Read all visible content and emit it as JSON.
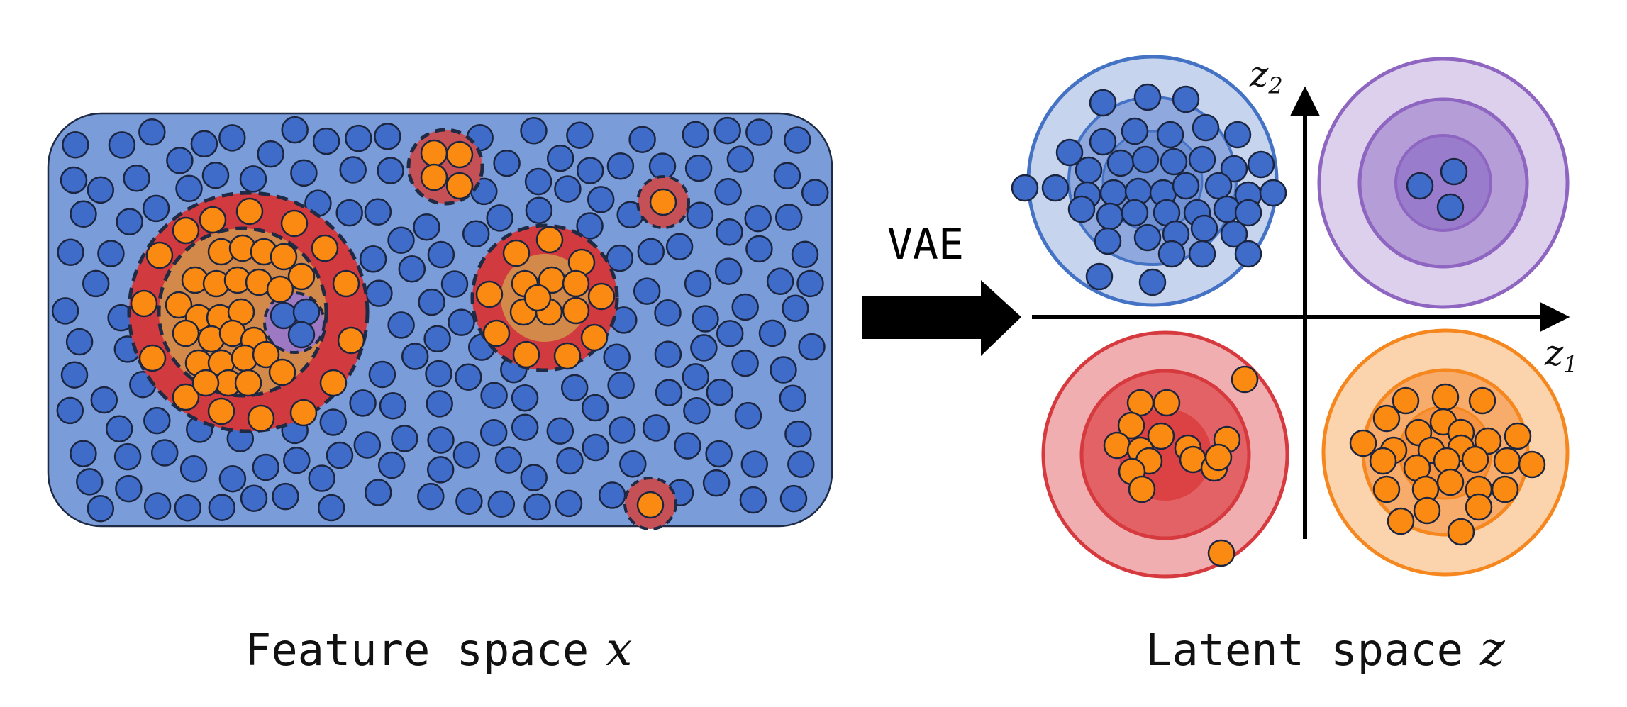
{
  "arrow_label": "VAE",
  "feature_caption": "Feature space",
  "feature_symbol": "x",
  "latent_caption": "Latent space",
  "latent_symbol": "z",
  "axis_x": {
    "symbol": "z",
    "subscript": "1"
  },
  "axis_y": {
    "symbol": "z",
    "subscript": "2"
  },
  "colors": {
    "blue_point": "#3f6cc8",
    "orange_point": "#fb8a12",
    "feature_bg": "#7a9cd8",
    "red_region": "#d13a3e",
    "orange_region": "#d3894a",
    "purple_region": "#9c79c2",
    "latent_blue": "#4472c4",
    "latent_purple": "#8e65c0",
    "latent_red": "#d63a3e",
    "latent_orange": "#f5871e"
  }
}
